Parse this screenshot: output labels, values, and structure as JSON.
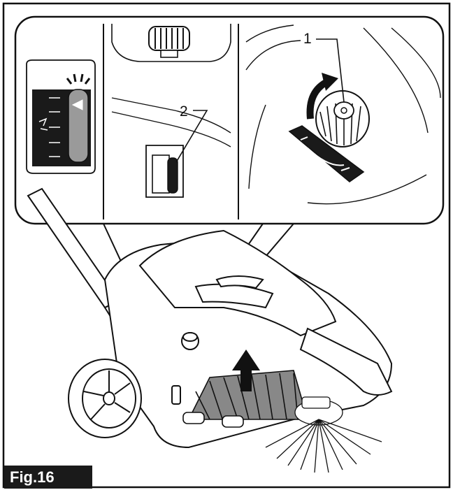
{
  "figure": {
    "label": "Fig.16"
  },
  "callouts": [
    {
      "id": "1",
      "text": "1"
    },
    {
      "id": "2",
      "text": "2"
    }
  ],
  "colors": {
    "line": "#111111",
    "gauge_fill": "#9a9a9a",
    "gauge_dark": "#1a1a1a",
    "background": "#ffffff",
    "label_bg": "#1a1a1a"
  }
}
